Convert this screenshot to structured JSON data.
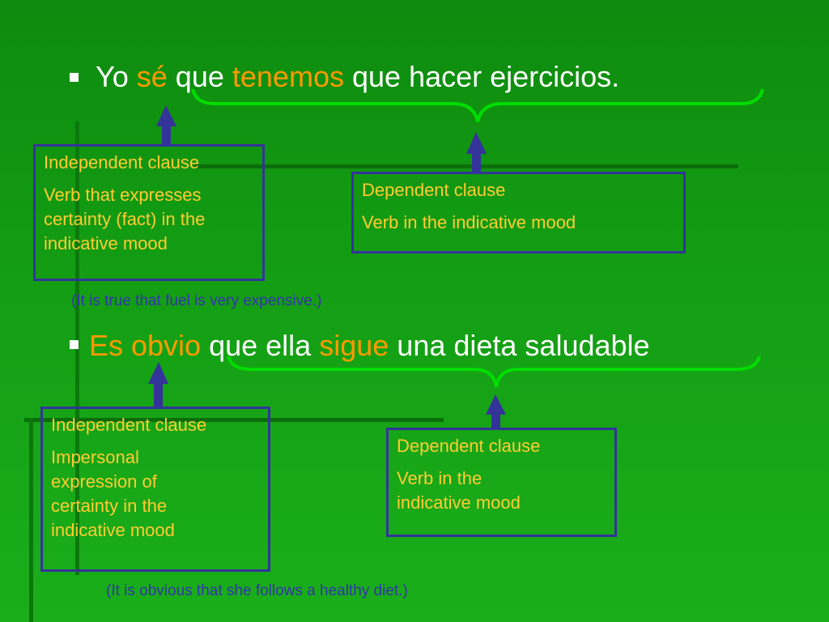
{
  "slide": {
    "sentence1": {
      "w1": "Yo",
      "w2": "sé",
      "w3": "que",
      "w4": "tenemos",
      "w5": "que hacer ejercicios."
    },
    "box1": {
      "title": "Independent clause",
      "body": "Verb that expresses certainty (fact) in the indicative mood"
    },
    "box2": {
      "title": "Dependent clause",
      "body": "Verb in the indicative mood"
    },
    "translation1": "(It is true that fuel is very expensive.)",
    "sentence2": {
      "w1": "Es obvio",
      "w2": "que ella",
      "w3": "sigue",
      "w4": "una dieta saludable"
    },
    "box3": {
      "title": "Independent clause",
      "body": "Impersonal expression of certainty in the indicative mood"
    },
    "box4": {
      "title": "Dependent clause",
      "body": "Verb in the indicative mood"
    },
    "translation2": "(It is obvious that she follows a healthy diet.)"
  },
  "colors": {
    "text": "#ffffff",
    "highlight": "#ff9900",
    "box_text": "#ffcc33",
    "box_border": "#333399",
    "arrow": "#333399",
    "brace": "#00dd00",
    "translation": "#3333aa"
  }
}
